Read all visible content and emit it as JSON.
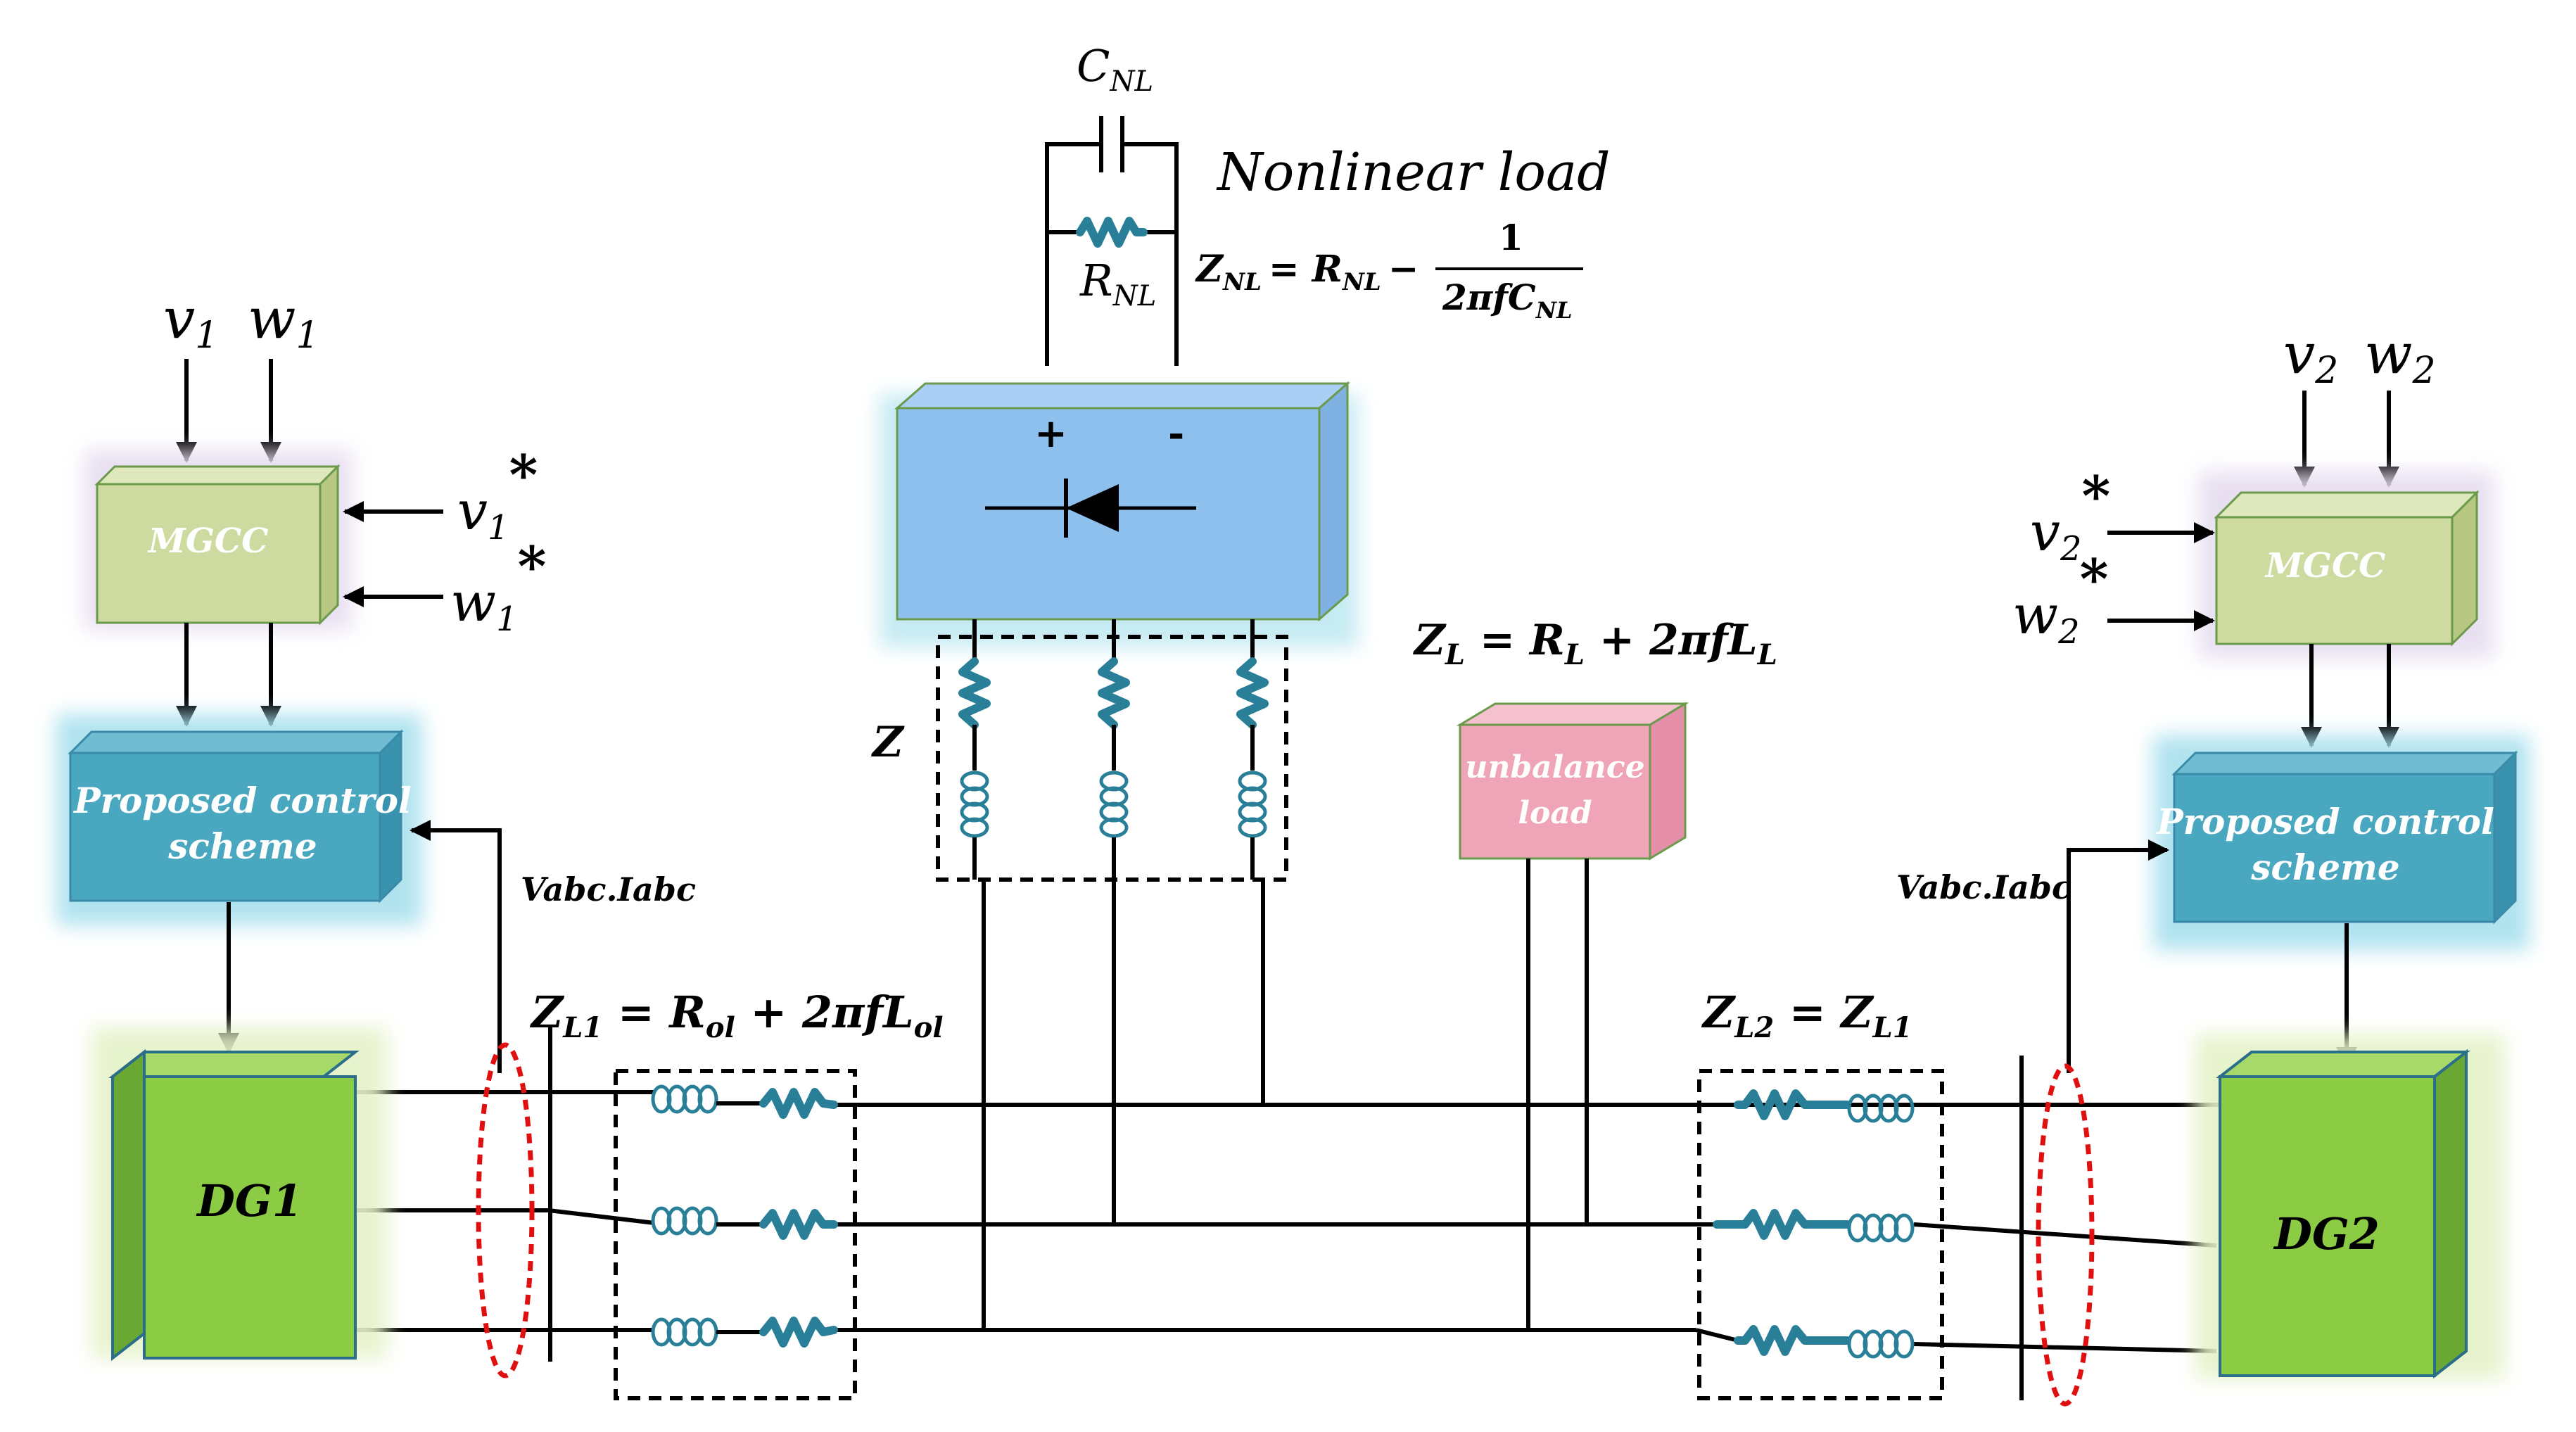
{
  "labels": {
    "c_nl": "C",
    "c_nl_sub": "NL",
    "r_nl": "R",
    "r_nl_sub": "NL",
    "nonlinear_load": "Nonlinear load",
    "z_nl_eq_lhs": "Z",
    "z_nl_eq_lhs_sub": "NL",
    "z_nl_eq_mid": "=  R",
    "z_nl_eq_mid_sub": "NL",
    "z_nl_eq_minus": "−",
    "z_nl_frac_num": "1",
    "z_nl_frac_den": "2πfC",
    "z_nl_frac_den_sub": "NL",
    "plus": "+",
    "minus": "-",
    "z": "Z",
    "z_l_eq": "Z",
    "z_l_eq_sub": "L",
    "z_l_eq_mid": " =  R",
    "z_l_eq_mid_sub": "L",
    "z_l_eq_tail": " + 2πfL",
    "z_l_eq_tail_sub": "L",
    "z_l1_eq": "Z",
    "z_l1_eq_sub": "L1",
    "z_l1_eq_mid": " =  R",
    "z_l1_eq_mid_sub": "ol",
    "z_l1_eq_tail": " + 2πfL",
    "z_l1_eq_tail_sub": "ol",
    "z_l2_eq": "Z",
    "z_l2_eq_sub": "L2",
    "z_l2_eq_mid": " =  Z",
    "z_l2_eq_mid_sub": "L1",
    "v1": "v",
    "v1_sub": "1",
    "w1": "w",
    "w1_sub": "1",
    "v1_star": "v",
    "v1_star_sub": "1",
    "w1_star": "w",
    "w1_star_sub": "1",
    "v2": "v",
    "v2_sub": "2",
    "w2": "w",
    "w2_sub": "2",
    "v2_star": "v",
    "v2_star_sub": "2",
    "w2_star": "w",
    "w2_star_sub": "2",
    "star": "*",
    "vabc_left": "Vabc.Iabc",
    "vabc_right": "Vabc.Iabc"
  },
  "blocks": {
    "mgcc_left": "MGCC",
    "mgcc_right": "MGCC",
    "control_left_line1": "Proposed control",
    "control_left_line2": "scheme",
    "control_right_line1": "Proposed control",
    "control_right_line2": "scheme",
    "dg1": "DG1",
    "dg2": "DG2",
    "unbalance_line1": "unbalance",
    "unbalance_line2": "load"
  },
  "colors": {
    "mgcc_fill": "#cddba0",
    "control_fill": "#4aa7c0",
    "dg_fill": "#8ccc44",
    "rectifier_fill": "#8ec0ee",
    "unbalance_fill": "#f0a4b8",
    "component": "#2a7f98",
    "measure_ring": "#e01010"
  }
}
